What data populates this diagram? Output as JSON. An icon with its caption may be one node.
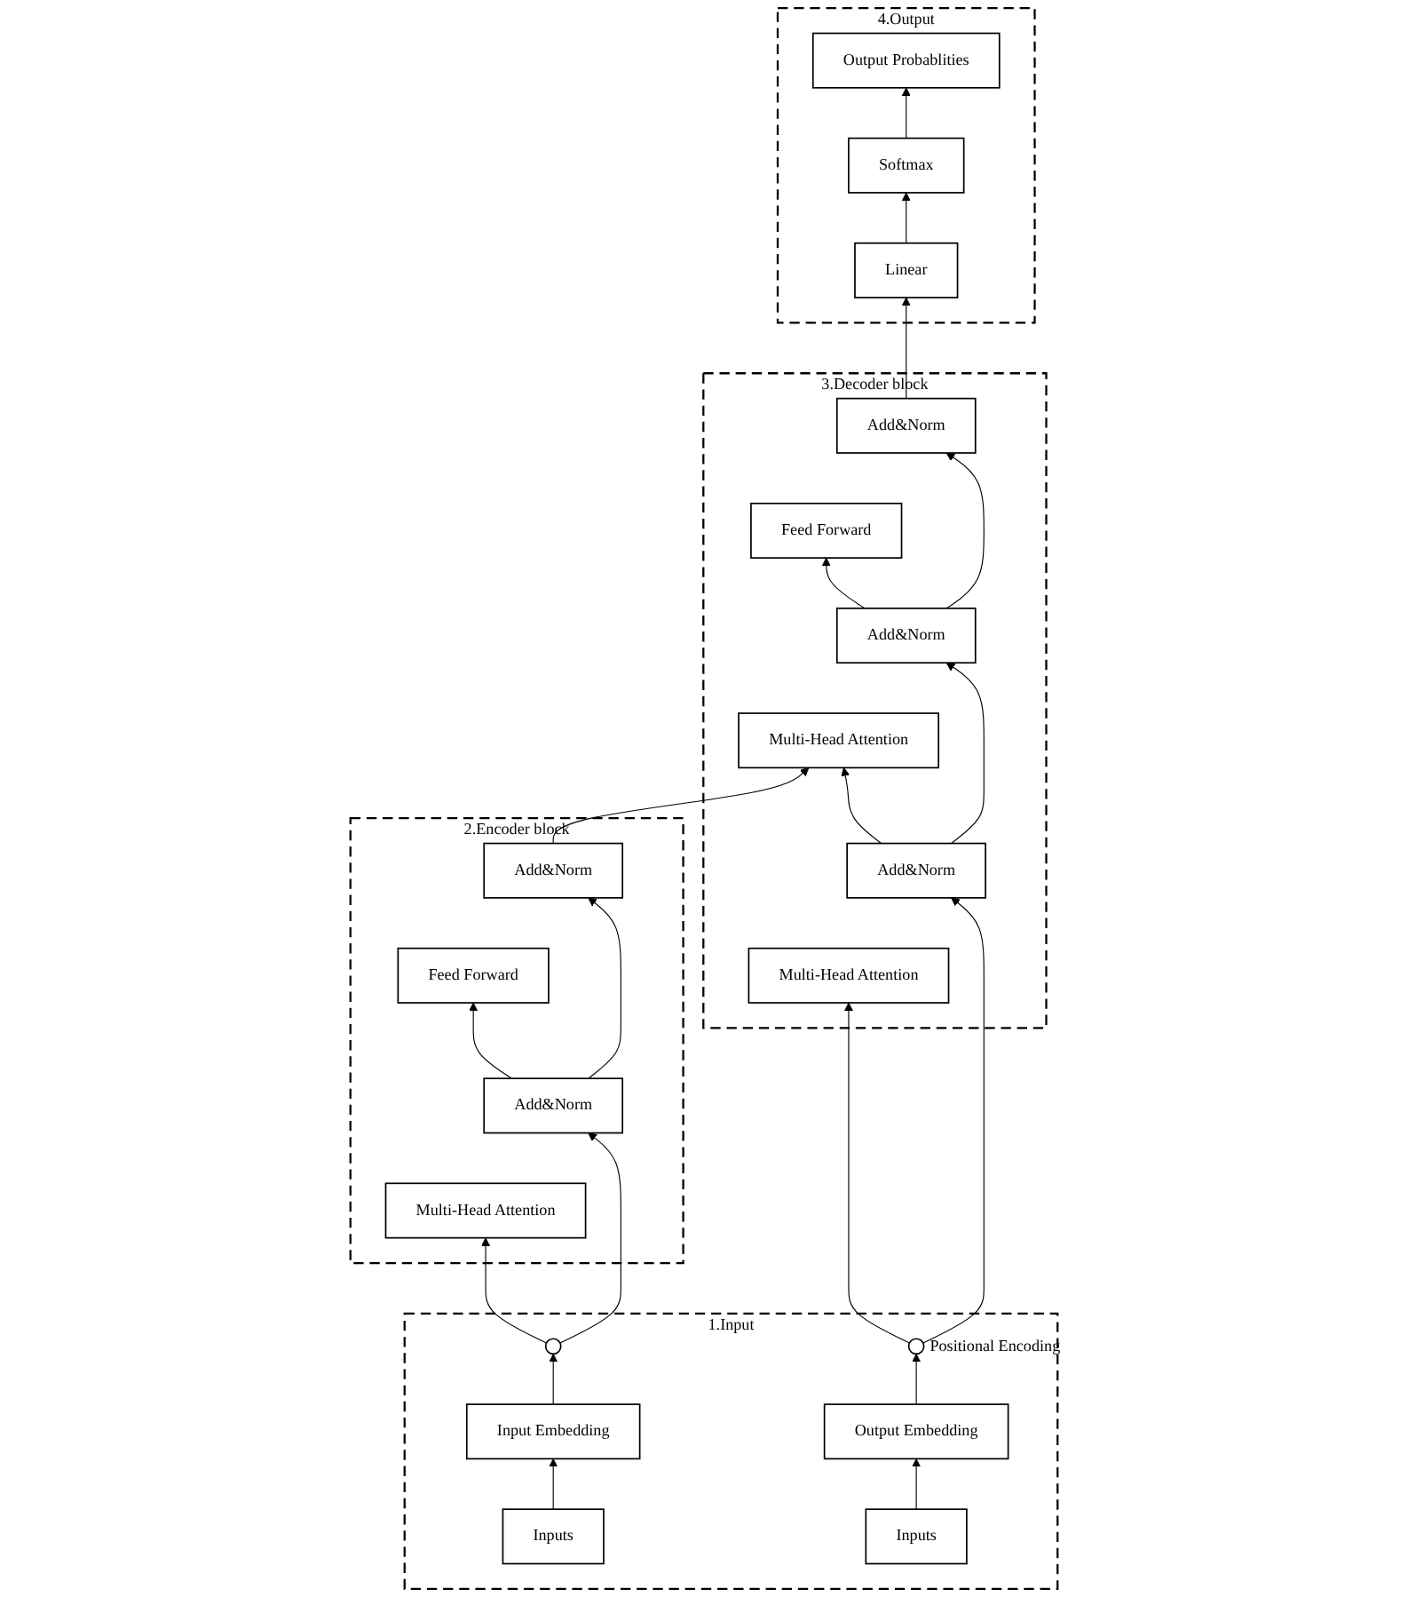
{
  "diagram": {
    "nodes": [
      {
        "text": [
          "4.Output"
        ]
      },
      {
        "text": [
          "Output Probablities"
        ],
        "in": 0
      },
      {
        "text": [
          "Softmax"
        ],
        "in": 0
      },
      {
        "text": [
          "Linear"
        ],
        "in": 0
      },
      {
        "text": [
          "3.Decoder block"
        ]
      },
      {
        "text": [
          "Add&Norm"
        ],
        "in": 4
      },
      {
        "text": [
          "Feed Forward"
        ],
        "in": 4
      },
      {
        "text": [
          "Add&Norm"
        ],
        "in": 4
      },
      {
        "text": [
          "Multi-Head Attention"
        ],
        "in": 4
      },
      {
        "text": [
          "Add&Norm"
        ],
        "in": 4
      },
      {
        "text": [
          "Multi-Head Attention"
        ],
        "in": 4
      },
      {
        "text": [
          "2.Encoder block"
        ]
      },
      {
        "text": [
          "Add&Norm"
        ],
        "in": 11
      },
      {
        "text": [
          "Feed Forward"
        ],
        "in": 11
      },
      {
        "text": [
          "Add&Norm"
        ],
        "in": 11
      },
      {
        "text": [
          "Multi-Head Attention"
        ],
        "in": 11
      },
      {
        "text": [
          "1.Input"
        ]
      },
      {
        "text": [],
        "shape": "circle",
        "in": 16
      },
      {
        "text": [],
        "shape": "circle",
        "in": 16,
        "beside": [
          "Positional Encoding"
        ]
      },
      {
        "text": [
          "Input Embedding"
        ],
        "in": 16
      },
      {
        "text": [
          "Inputs"
        ],
        "in": 16
      },
      {
        "text": [
          "Output Embedding"
        ],
        "in": 16
      },
      {
        "text": [
          "Inputs"
        ],
        "in": 16
      }
    ],
    "edges": [
      {
        "from": 20,
        "to": 19,
        "arrow": "to"
      },
      {
        "from": 19,
        "to": 17,
        "arrow": "to"
      },
      {
        "from": 17,
        "to": 15,
        "arrow": "to"
      },
      {
        "from": 17,
        "to": 14,
        "arrow": "to"
      },
      {
        "from": 14,
        "to": 13,
        "arrow": "to"
      },
      {
        "from": 14,
        "to": 12,
        "arrow": "to"
      },
      {
        "from": 22,
        "to": 21,
        "arrow": "to"
      },
      {
        "from": 21,
        "to": 18,
        "arrow": "to"
      },
      {
        "from": 18,
        "to": 10,
        "arrow": "to"
      },
      {
        "from": 18,
        "to": 9,
        "arrow": "to"
      },
      {
        "from": 12,
        "to": 8,
        "arrow": "to"
      },
      {
        "from": 9,
        "to": 8,
        "arrow": "to"
      },
      {
        "from": 9,
        "to": 7,
        "arrow": "to"
      },
      {
        "from": 7,
        "to": 6,
        "arrow": "to"
      },
      {
        "from": 7,
        "to": 5,
        "arrow": "to"
      },
      {
        "from": 5,
        "to": 3,
        "arrow": "to"
      },
      {
        "from": 3,
        "to": 2,
        "arrow": "to"
      },
      {
        "from": 2,
        "to": 1,
        "arrow": "to"
      }
    ]
  }
}
